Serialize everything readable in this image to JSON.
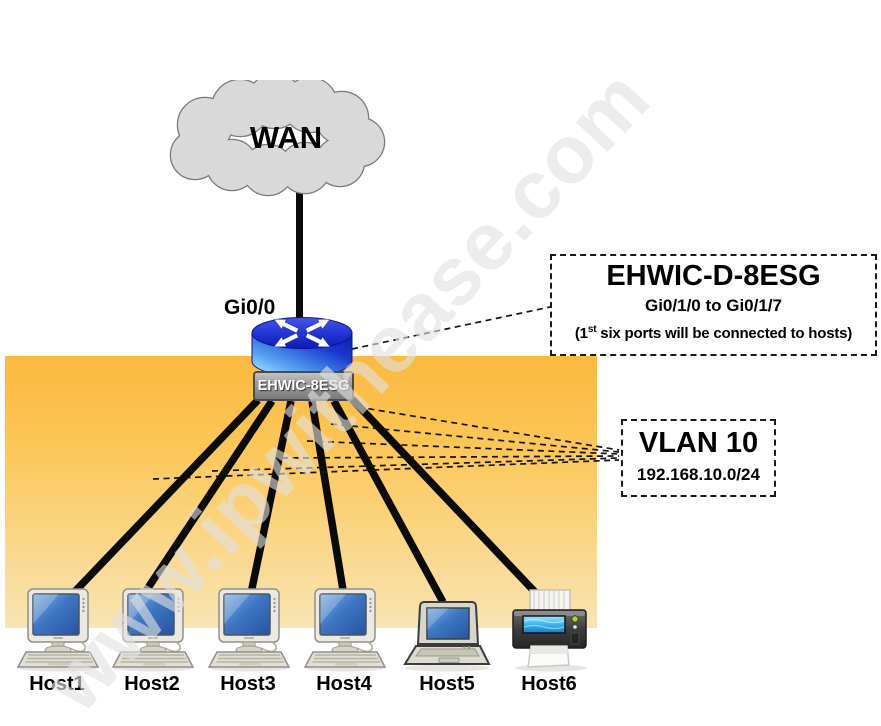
{
  "watermark": "www.ipwithease.com",
  "cloud": {
    "label": "WAN"
  },
  "router": {
    "interface_label": "Gi0/0",
    "module_label": "EHWIC-8ESG"
  },
  "ehwic_callout": {
    "title": "EHWIC-D-8ESG",
    "ports": "Gi0/1/0 to Gi0/1/7",
    "note_prefix": "(1",
    "note_sup": "st",
    "note_suffix": " six ports will be connected to hosts)"
  },
  "vlan_callout": {
    "title": "VLAN 10",
    "subnet": "192.168.10.0/24"
  },
  "hosts": [
    {
      "label": "Host1",
      "icon": "desktop-computer-icon"
    },
    {
      "label": "Host2",
      "icon": "desktop-computer-icon"
    },
    {
      "label": "Host3",
      "icon": "desktop-computer-icon"
    },
    {
      "label": "Host4",
      "icon": "desktop-computer-icon"
    },
    {
      "label": "Host5",
      "icon": "laptop-icon"
    },
    {
      "label": "Host6",
      "icon": "printer-icon"
    }
  ],
  "colors": {
    "lan_area_top": "#FBB93F",
    "lan_area_bottom": "#F8E4B4",
    "cloud_fill": "#D9D9D9",
    "router_blue": "#1E2FC8",
    "cable_black": "#0A0A0A"
  }
}
